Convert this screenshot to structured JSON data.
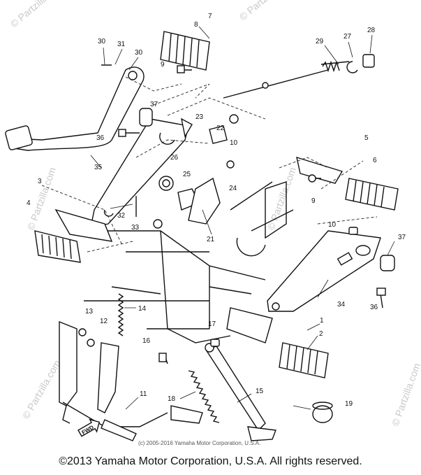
{
  "diagram": {
    "callouts": [
      {
        "id": "c30a",
        "text": "30"
      },
      {
        "id": "c31",
        "text": "31"
      },
      {
        "id": "c30b",
        "text": "30"
      },
      {
        "id": "c7",
        "text": "7"
      },
      {
        "id": "c8",
        "text": "8"
      },
      {
        "id": "c9a",
        "text": "9"
      },
      {
        "id": "c29",
        "text": "29"
      },
      {
        "id": "c27",
        "text": "27"
      },
      {
        "id": "c28",
        "text": "28"
      },
      {
        "id": "c37a",
        "text": "37"
      },
      {
        "id": "c36a",
        "text": "36"
      },
      {
        "id": "c23",
        "text": "23"
      },
      {
        "id": "c22",
        "text": "22"
      },
      {
        "id": "c10a",
        "text": "10"
      },
      {
        "id": "c26",
        "text": "26"
      },
      {
        "id": "c25",
        "text": "25"
      },
      {
        "id": "c24",
        "text": "24"
      },
      {
        "id": "c35",
        "text": "35"
      },
      {
        "id": "c5",
        "text": "5"
      },
      {
        "id": "c6",
        "text": "6"
      },
      {
        "id": "c9b",
        "text": "9"
      },
      {
        "id": "c3",
        "text": "3"
      },
      {
        "id": "c4",
        "text": "4"
      },
      {
        "id": "c32",
        "text": "32"
      },
      {
        "id": "c33",
        "text": "33"
      },
      {
        "id": "c21",
        "text": "21"
      },
      {
        "id": "c10b",
        "text": "10"
      },
      {
        "id": "c37b",
        "text": "37"
      },
      {
        "id": "c34",
        "text": "34"
      },
      {
        "id": "c36b",
        "text": "36"
      },
      {
        "id": "c13",
        "text": "13"
      },
      {
        "id": "c12",
        "text": "12"
      },
      {
        "id": "c14",
        "text": "14"
      },
      {
        "id": "c1",
        "text": "1"
      },
      {
        "id": "c2",
        "text": "2"
      },
      {
        "id": "c16",
        "text": "16"
      },
      {
        "id": "c17",
        "text": "17"
      },
      {
        "id": "c11",
        "text": "11"
      },
      {
        "id": "c18",
        "text": "18"
      },
      {
        "id": "c15",
        "text": "15"
      },
      {
        "id": "c19",
        "text": "19"
      }
    ],
    "fwd_label": "FWD",
    "watermark": "© Partzilla.com",
    "inner_copyright": "(c) 2005-2016 Yamaha Motor Corporation, U.S.A."
  },
  "footer": {
    "copyright": "©2013 Yamaha Motor Corporation, U.S.A. All rights reserved."
  },
  "colors": {
    "line": "#111111",
    "watermark": "#c9c9c9",
    "background": "#ffffff"
  }
}
